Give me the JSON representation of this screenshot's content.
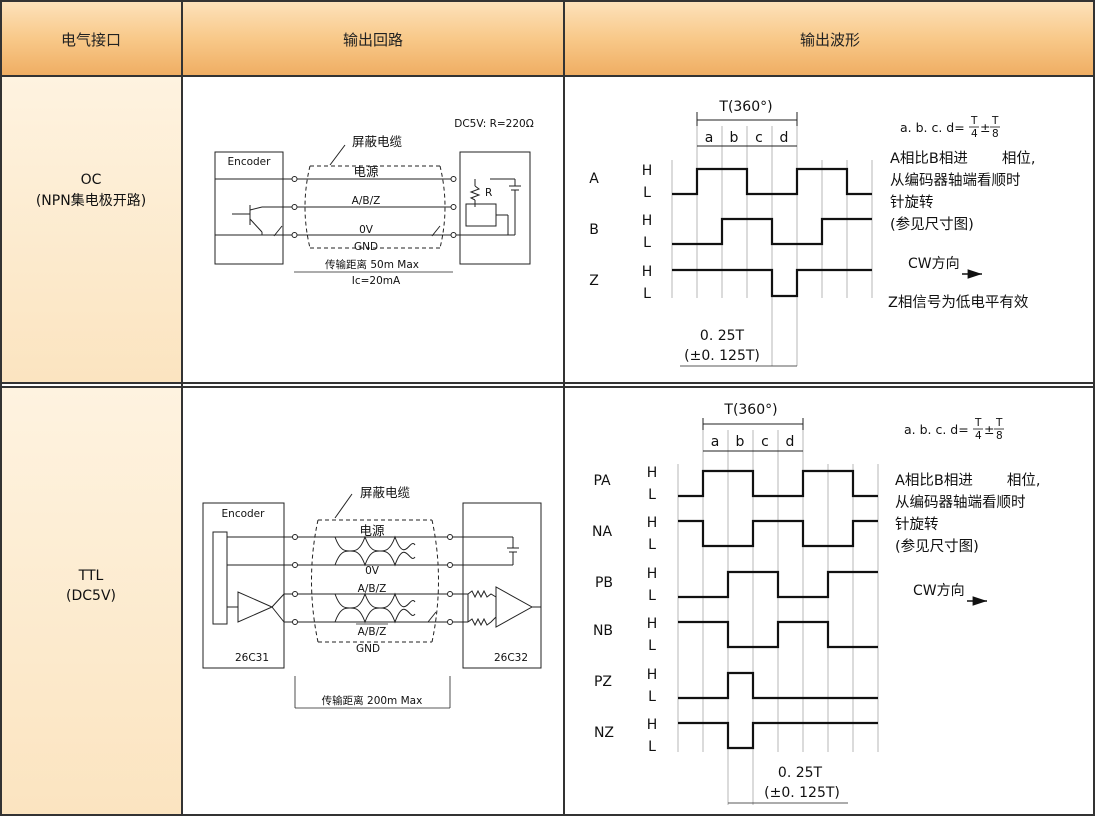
{
  "header": {
    "col1": "电气接口",
    "col2": "输出回路",
    "col3": "输出波形"
  },
  "rows": [
    {
      "interface_line1": "OC",
      "interface_line2": "(NPN集电极开路)",
      "circuit": {
        "encoder": "Encoder",
        "supply": "DC5V: R=220Ω",
        "cable": "屏蔽电缆",
        "power": "电源",
        "signal": "A/B/Z",
        "zero_v": "0V",
        "gnd": "GND",
        "resistor": "R",
        "distance": "传输距离 50m Max",
        "current": "Ic=20mA"
      },
      "waveform": {
        "period": "T(360°)",
        "segments": [
          "a",
          "b",
          "c",
          "d"
        ],
        "formula": "a. b. c. d=",
        "channels": [
          "A",
          "B",
          "Z"
        ],
        "high": "H",
        "low": "L",
        "note_lines": [
          "A相比B相进",
          "相位,",
          "从编码器轴端看顺时",
          "针旋转",
          "(参见尺寸图)"
        ],
        "direction": "CW方向",
        "z_note": "Z相信号为低电平有效",
        "pulse_width": "0. 25T",
        "tolerance": "(±0. 125T)"
      }
    },
    {
      "interface_line1": "TTL",
      "interface_line2": "(DC5V)",
      "circuit": {
        "encoder": "Encoder",
        "cable": "屏蔽电缆",
        "power": "电源",
        "zero_v": "0V",
        "signal": "A/B/Z",
        "signal_bar": "A/B/Z",
        "gnd": "GND",
        "driver": "26C31",
        "receiver": "26C32",
        "distance": "传输距离 200m Max"
      },
      "waveform": {
        "period": "T(360°)",
        "segments": [
          "a",
          "b",
          "c",
          "d"
        ],
        "formula": "a. b. c. d=",
        "channels": [
          "PA",
          "NA",
          "PB",
          "NB",
          "PZ",
          "NZ"
        ],
        "high": "H",
        "low": "L",
        "note_lines": [
          "A相比B相进",
          "相位,",
          "从编码器轴端看顺时",
          "针旋转",
          "(参见尺寸图)"
        ],
        "direction": "CW方向",
        "pulse_width": "0. 25T",
        "tolerance": "(±0. 125T)"
      }
    }
  ]
}
